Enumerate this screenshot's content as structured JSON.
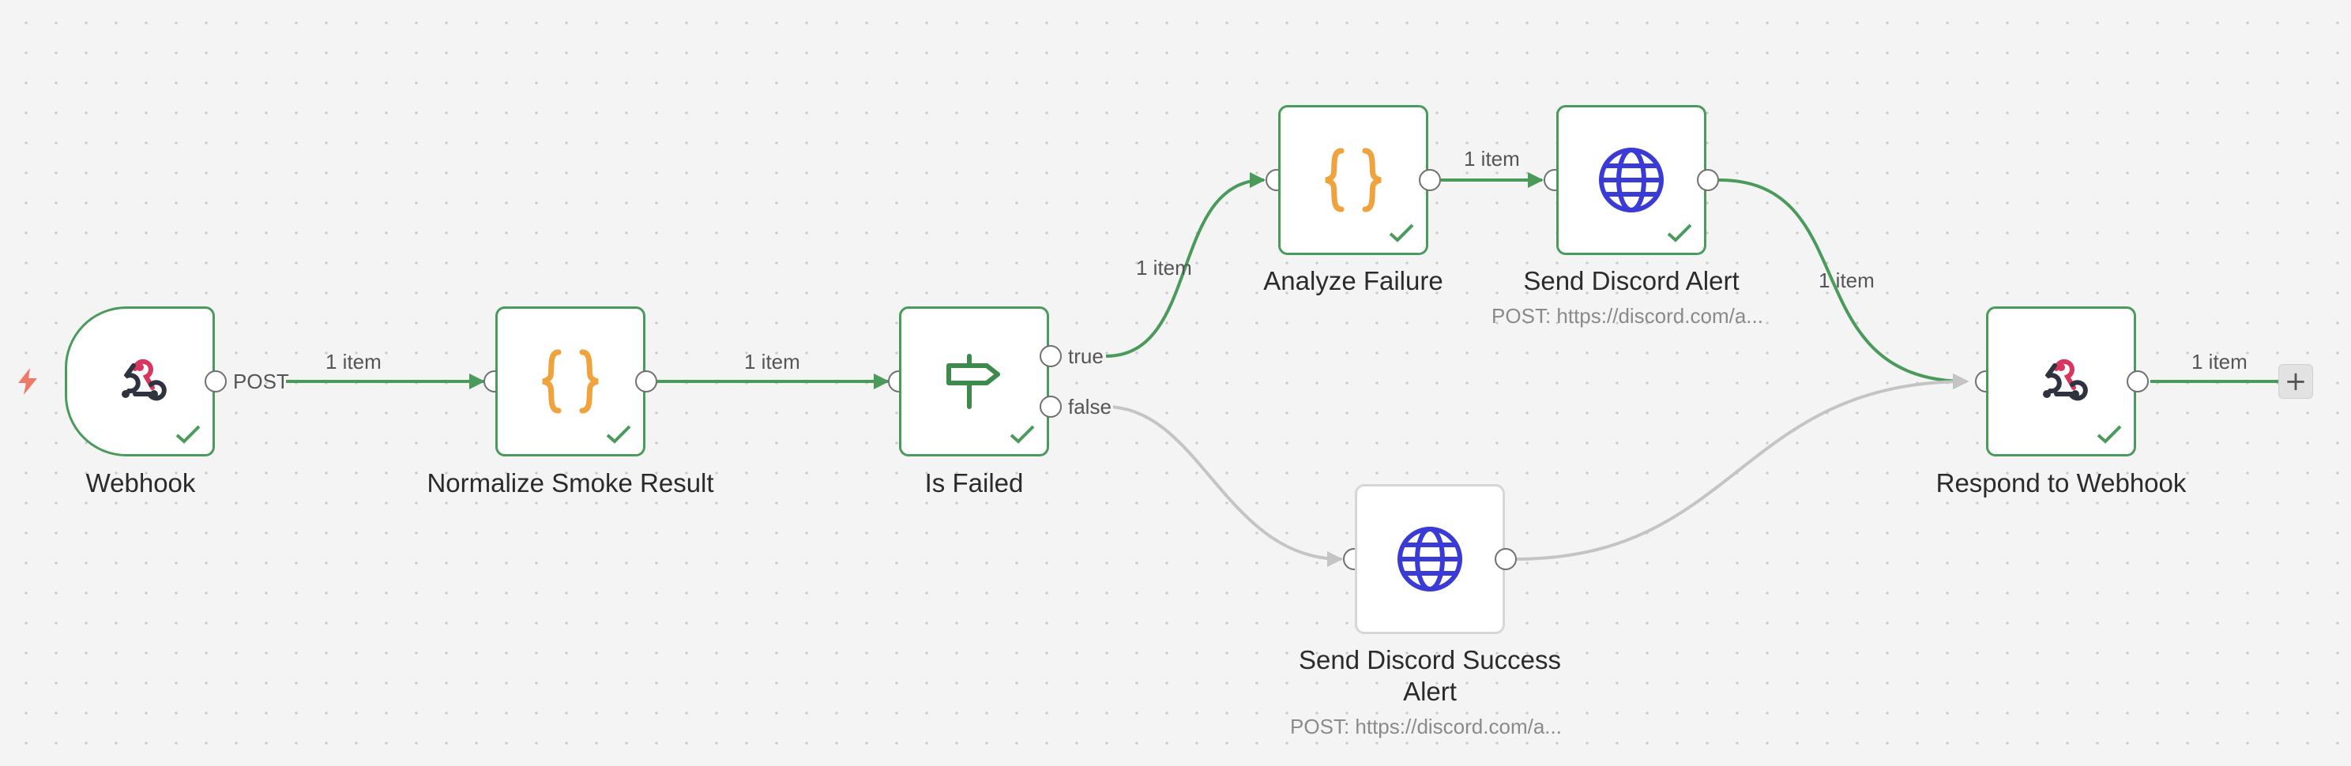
{
  "nodes": {
    "webhook": {
      "label": "Webhook",
      "icon": "webhook-icon",
      "status": "success"
    },
    "normalize": {
      "label": "Normalize Smoke Result",
      "icon": "code-braces-icon",
      "status": "success"
    },
    "is_failed": {
      "label": "Is Failed",
      "icon": "signpost-icon",
      "status": "success"
    },
    "analyze": {
      "label": "Analyze Failure",
      "icon": "code-braces-icon",
      "status": "success"
    },
    "discord_alert": {
      "label": "Send Discord Alert",
      "sublabel": "POST: https://discord.com/a...",
      "icon": "globe-icon",
      "status": "success"
    },
    "discord_success": {
      "label_line1": "Send Discord Success",
      "label_line2": "Alert",
      "sublabel": "POST: https://discord.com/a...",
      "icon": "globe-icon",
      "status": "not-executed"
    },
    "respond": {
      "label": "Respond to Webhook",
      "icon": "webhook-icon",
      "status": "success"
    }
  },
  "ports": {
    "webhook_out": "POST",
    "if_true": "true",
    "if_false": "false"
  },
  "edges": {
    "webhook_normalize": "1 item",
    "normalize_if": "1 item",
    "if_analyze": "1 item",
    "analyze_discord": "1 item",
    "discord_respond": "1 item",
    "respond_end": "1 item"
  },
  "add_button": "+",
  "colors": {
    "success": "#4a9a5b",
    "inactive": "#c4c4c4",
    "code": "#f0a23c",
    "http": "#3a3ad6",
    "webhook_pink": "#d9365f",
    "webhook_dark": "#2f3340",
    "trigger": "#f07867",
    "canvas": "#f4f4f4"
  }
}
